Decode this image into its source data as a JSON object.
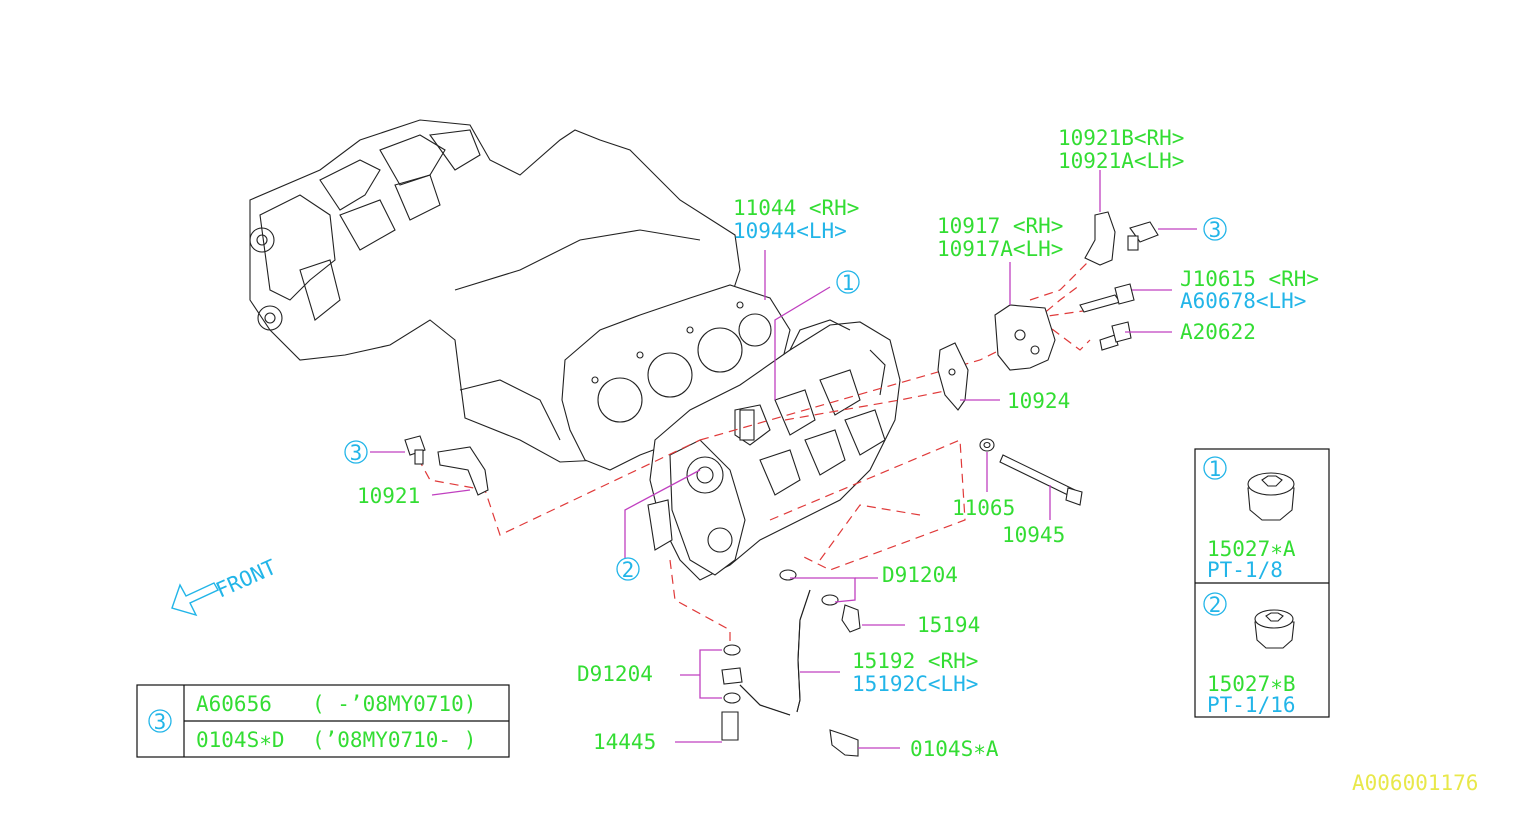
{
  "labels": {
    "p11044": "11044 <RH>",
    "p10944": "10944<LH>",
    "p10921b": "10921B<RH>",
    "p10921a": "10921A<LH>",
    "p10917": "10917 <RH>",
    "p10917a": "10917A<LH>",
    "pJ10615": "J10615 <RH>",
    "pA60678": "A60678<LH>",
    "pA20622": "A20622",
    "p10924": "10924",
    "p11065": "11065",
    "p10945": "10945",
    "p10921": "10921",
    "pD91204a": "D91204",
    "p15194": "15194",
    "p15192": "15192 <RH>",
    "p15192c": "15192C<LH>",
    "pD91204b": "D91204",
    "p14445": "14445",
    "p0104sa": "0104S∗A",
    "front": "FRONT",
    "ref_code": "A006001176"
  },
  "callouts": {
    "c1": "1",
    "c2": "2",
    "c3a": "3",
    "c3b": "3"
  },
  "legend_plugs": [
    {
      "callout": "1",
      "part": "15027∗A",
      "thread": "PT-1/8"
    },
    {
      "callout": "2",
      "part": "15027∗B",
      "thread": "PT-1/16"
    }
  ],
  "legend_bolt": {
    "callout": "3",
    "rows": [
      {
        "part": "A60656",
        "range": "( -’08MY0710)"
      },
      {
        "part": "0104S∗D",
        "range": "(’08MY0710- )"
      }
    ]
  },
  "colors": {
    "part_number": "#33dd33",
    "alt_part_number": "#22b5e8",
    "leader": "#c040c0",
    "dashed_guide": "#e03a3a",
    "reference": "#e8e84a"
  }
}
